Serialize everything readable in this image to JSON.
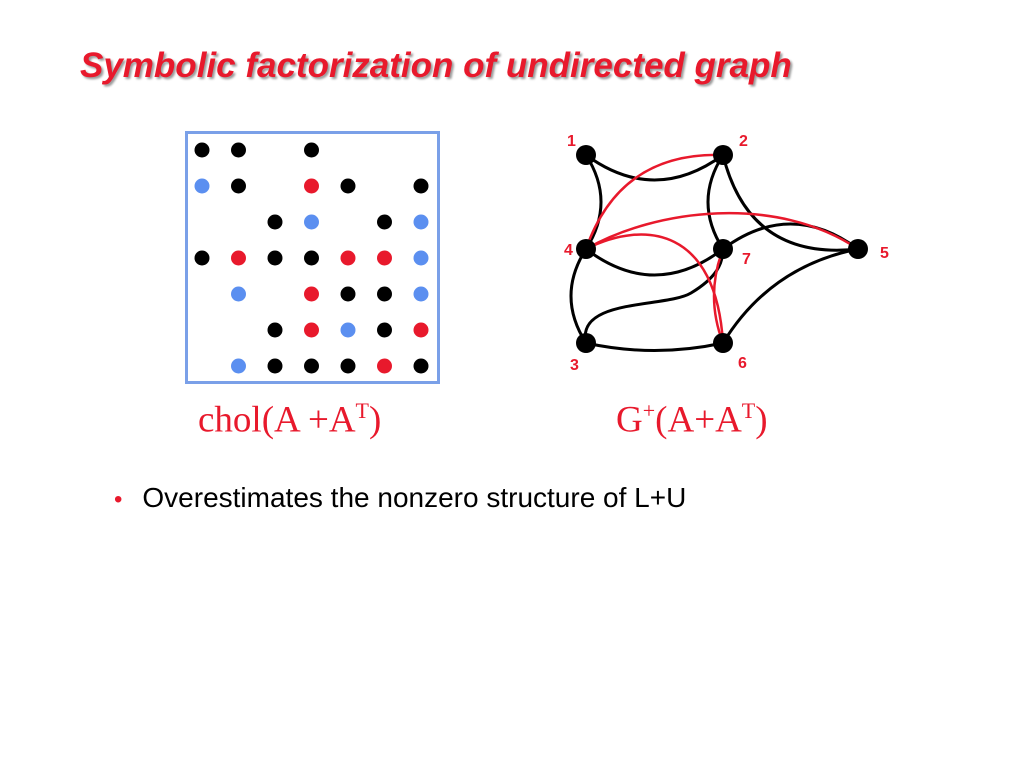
{
  "slide": {
    "title": "Symbolic factorization of undirected graph",
    "caption_left": {
      "base": "chol(A +A",
      "sup": "T",
      "tail": ")"
    },
    "caption_right": {
      "pre": "G",
      "sup1": "+",
      "mid": "(A+A",
      "sup2": "T",
      "tail": ")"
    },
    "bullets": [
      {
        "marker": "•",
        "text": "Overestimates the nonzero structure of L+U"
      }
    ]
  },
  "colors": {
    "title": "#e8192c",
    "original_nonzero": "#000000",
    "symmetric_fill": "#5b8ff0",
    "fill_in": "#e8192c",
    "matrix_border": "#7aa0e8",
    "edge": "#000000",
    "fill_edge": "#e8192c",
    "node_label": "#e8192c"
  },
  "matrix": {
    "size": 7,
    "cells": [
      [
        "k",
        "k",
        ".",
        "k",
        ".",
        ".",
        "."
      ],
      [
        "b",
        "k",
        ".",
        "r",
        "k",
        ".",
        "k"
      ],
      [
        ".",
        ".",
        "k",
        "b",
        ".",
        "k",
        "b"
      ],
      [
        "k",
        "r",
        "k",
        "k",
        "r",
        "r",
        "b"
      ],
      [
        ".",
        "b",
        ".",
        "r",
        "k",
        "k",
        "b"
      ],
      [
        ".",
        ".",
        "k",
        "r",
        "b",
        "k",
        "r"
      ],
      [
        ".",
        "b",
        "k",
        "k",
        "k",
        "r",
        "k"
      ]
    ]
  },
  "graph": {
    "nodes": [
      {
        "id": "1",
        "label": "1"
      },
      {
        "id": "2",
        "label": "2"
      },
      {
        "id": "3",
        "label": "3"
      },
      {
        "id": "4",
        "label": "4"
      },
      {
        "id": "5",
        "label": "5"
      },
      {
        "id": "6",
        "label": "6"
      },
      {
        "id": "7",
        "label": "7"
      }
    ],
    "edges": [
      {
        "from": "1",
        "to": "2",
        "kind": "original"
      },
      {
        "from": "1",
        "to": "4",
        "kind": "original"
      },
      {
        "from": "2",
        "to": "7",
        "kind": "original"
      },
      {
        "from": "2",
        "to": "5",
        "kind": "original"
      },
      {
        "from": "3",
        "to": "4",
        "kind": "original"
      },
      {
        "from": "3",
        "to": "7",
        "kind": "original"
      },
      {
        "from": "3",
        "to": "6",
        "kind": "original"
      },
      {
        "from": "4",
        "to": "7",
        "kind": "original"
      },
      {
        "from": "5",
        "to": "7",
        "kind": "original"
      },
      {
        "from": "5",
        "to": "6",
        "kind": "original"
      },
      {
        "from": "2",
        "to": "4",
        "kind": "fill"
      },
      {
        "from": "4",
        "to": "5",
        "kind": "fill"
      },
      {
        "from": "4",
        "to": "6",
        "kind": "fill"
      },
      {
        "from": "6",
        "to": "7",
        "kind": "fill"
      }
    ]
  }
}
